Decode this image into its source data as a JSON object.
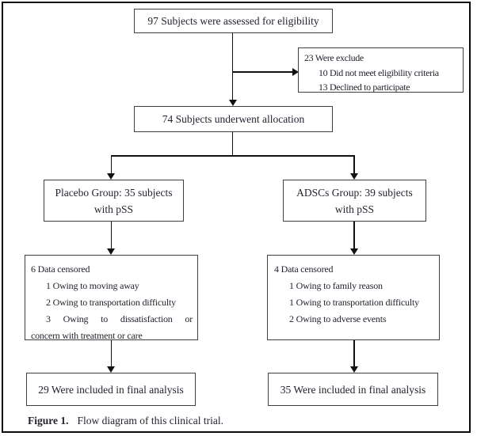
{
  "figure": {
    "caption_label": "Figure 1.",
    "caption_text": "Flow diagram of this clinical trial."
  },
  "flow": {
    "assessed": "97 Subjects were assessed for eligibility",
    "excluded": {
      "title": "23 Were exclude",
      "items": [
        "10 Did not meet eligibility criteria",
        "13 Declined to participate"
      ]
    },
    "allocation": "74 Subjects underwent allocation",
    "placebo_group": {
      "line1": "Placebo Group: 35 subjects",
      "line2": "with pSS"
    },
    "adscs_group": {
      "line1": "ADSCs Group: 39 subjects",
      "line2": "with pSS"
    },
    "placebo_censored": {
      "title": "6 Data censored",
      "lines": [
        "1 Owing to moving away",
        "2 Owing to transportation difficulty",
        "3 Owing to dissatisfaction or",
        "concern with treatment or care"
      ]
    },
    "adscs_censored": {
      "title": "4 Data censored",
      "lines": [
        "1 Owing to family reason",
        "1 Owing to transportation difficulty",
        "2 Owing to adverse events"
      ]
    },
    "placebo_final": "29 Were included in final analysis",
    "adscs_final": "35 Were included in final analysis"
  }
}
